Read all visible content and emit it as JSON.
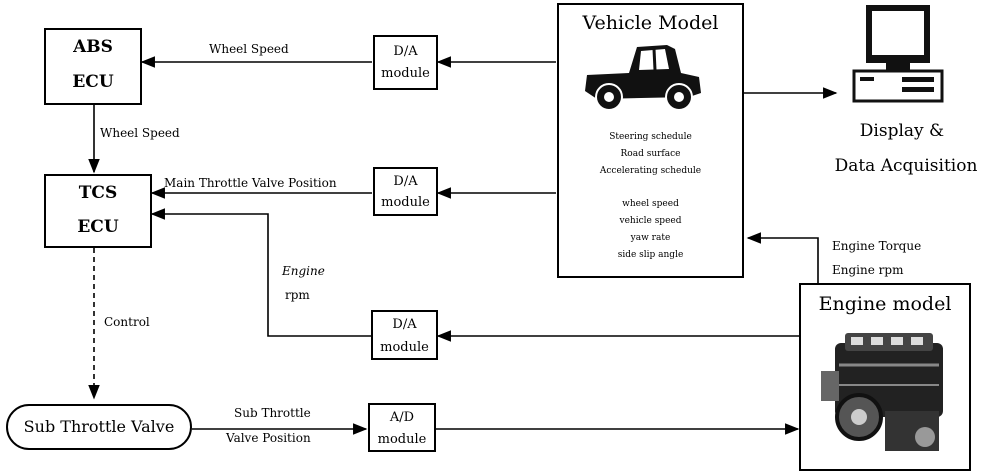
{
  "abs_ecu": {
    "line1": "ABS",
    "line2": "ECU"
  },
  "tcs_ecu": {
    "line1": "TCS",
    "line2": "ECU"
  },
  "da_module_1": {
    "line1": "D/A",
    "line2": "module"
  },
  "da_module_2": {
    "line1": "D/A",
    "line2": "module"
  },
  "da_module_3": {
    "line1": "D/A",
    "line2": "module"
  },
  "ad_module": {
    "line1": "A/D",
    "line2": "module"
  },
  "sub_throttle_valve": "Sub Throttle Valve",
  "vehicle_model": {
    "title": "Vehicle Model",
    "inputs": [
      "Steering schedule",
      "Road surface",
      "Accelerating schedule"
    ],
    "outputs": [
      "wheel speed",
      "vehicle speed",
      "yaw rate",
      "side slip angle"
    ]
  },
  "engine_model": {
    "title": "Engine model"
  },
  "display": {
    "line1": "Display &",
    "line2": "Data Acquisition"
  },
  "labels": {
    "wheel_speed_top": "Wheel Speed",
    "wheel_speed_vertical": "Wheel Speed",
    "main_throttle": "Main Throttle Valve Position",
    "engine": "Engine",
    "rpm": "rpm",
    "control": "Control",
    "sub_throttle_line1": "Sub Throttle",
    "sub_throttle_line2": "Valve Position",
    "engine_torque": "Engine Torque",
    "engine_rpm": "Engine rpm"
  },
  "icons": [
    "pickup-truck-icon",
    "desktop-computer-icon",
    "engine-icon"
  ],
  "colors": {
    "line": "#000000",
    "background": "#ffffff"
  }
}
